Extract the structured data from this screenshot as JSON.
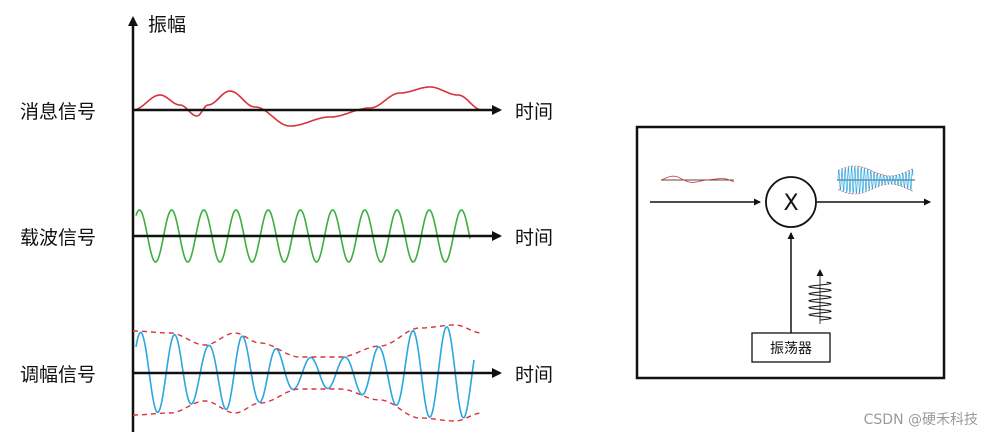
{
  "left_chart": {
    "y_axis_label": "振幅",
    "rows": [
      {
        "label": "消息信号",
        "axis_label": "时间",
        "wave_color": "#d9323c"
      },
      {
        "label": "载波信号",
        "axis_label": "时间",
        "wave_color": "#3cae3c"
      },
      {
        "label": "调幅信号",
        "axis_label": "时间",
        "wave_color": "#2aa6e0",
        "envelope_color": "#d9323c"
      }
    ]
  },
  "block_diagram": {
    "multiplier_symbol": "X",
    "oscillator_label": "振荡器"
  },
  "watermark": "CSDN @硬禾科技"
}
